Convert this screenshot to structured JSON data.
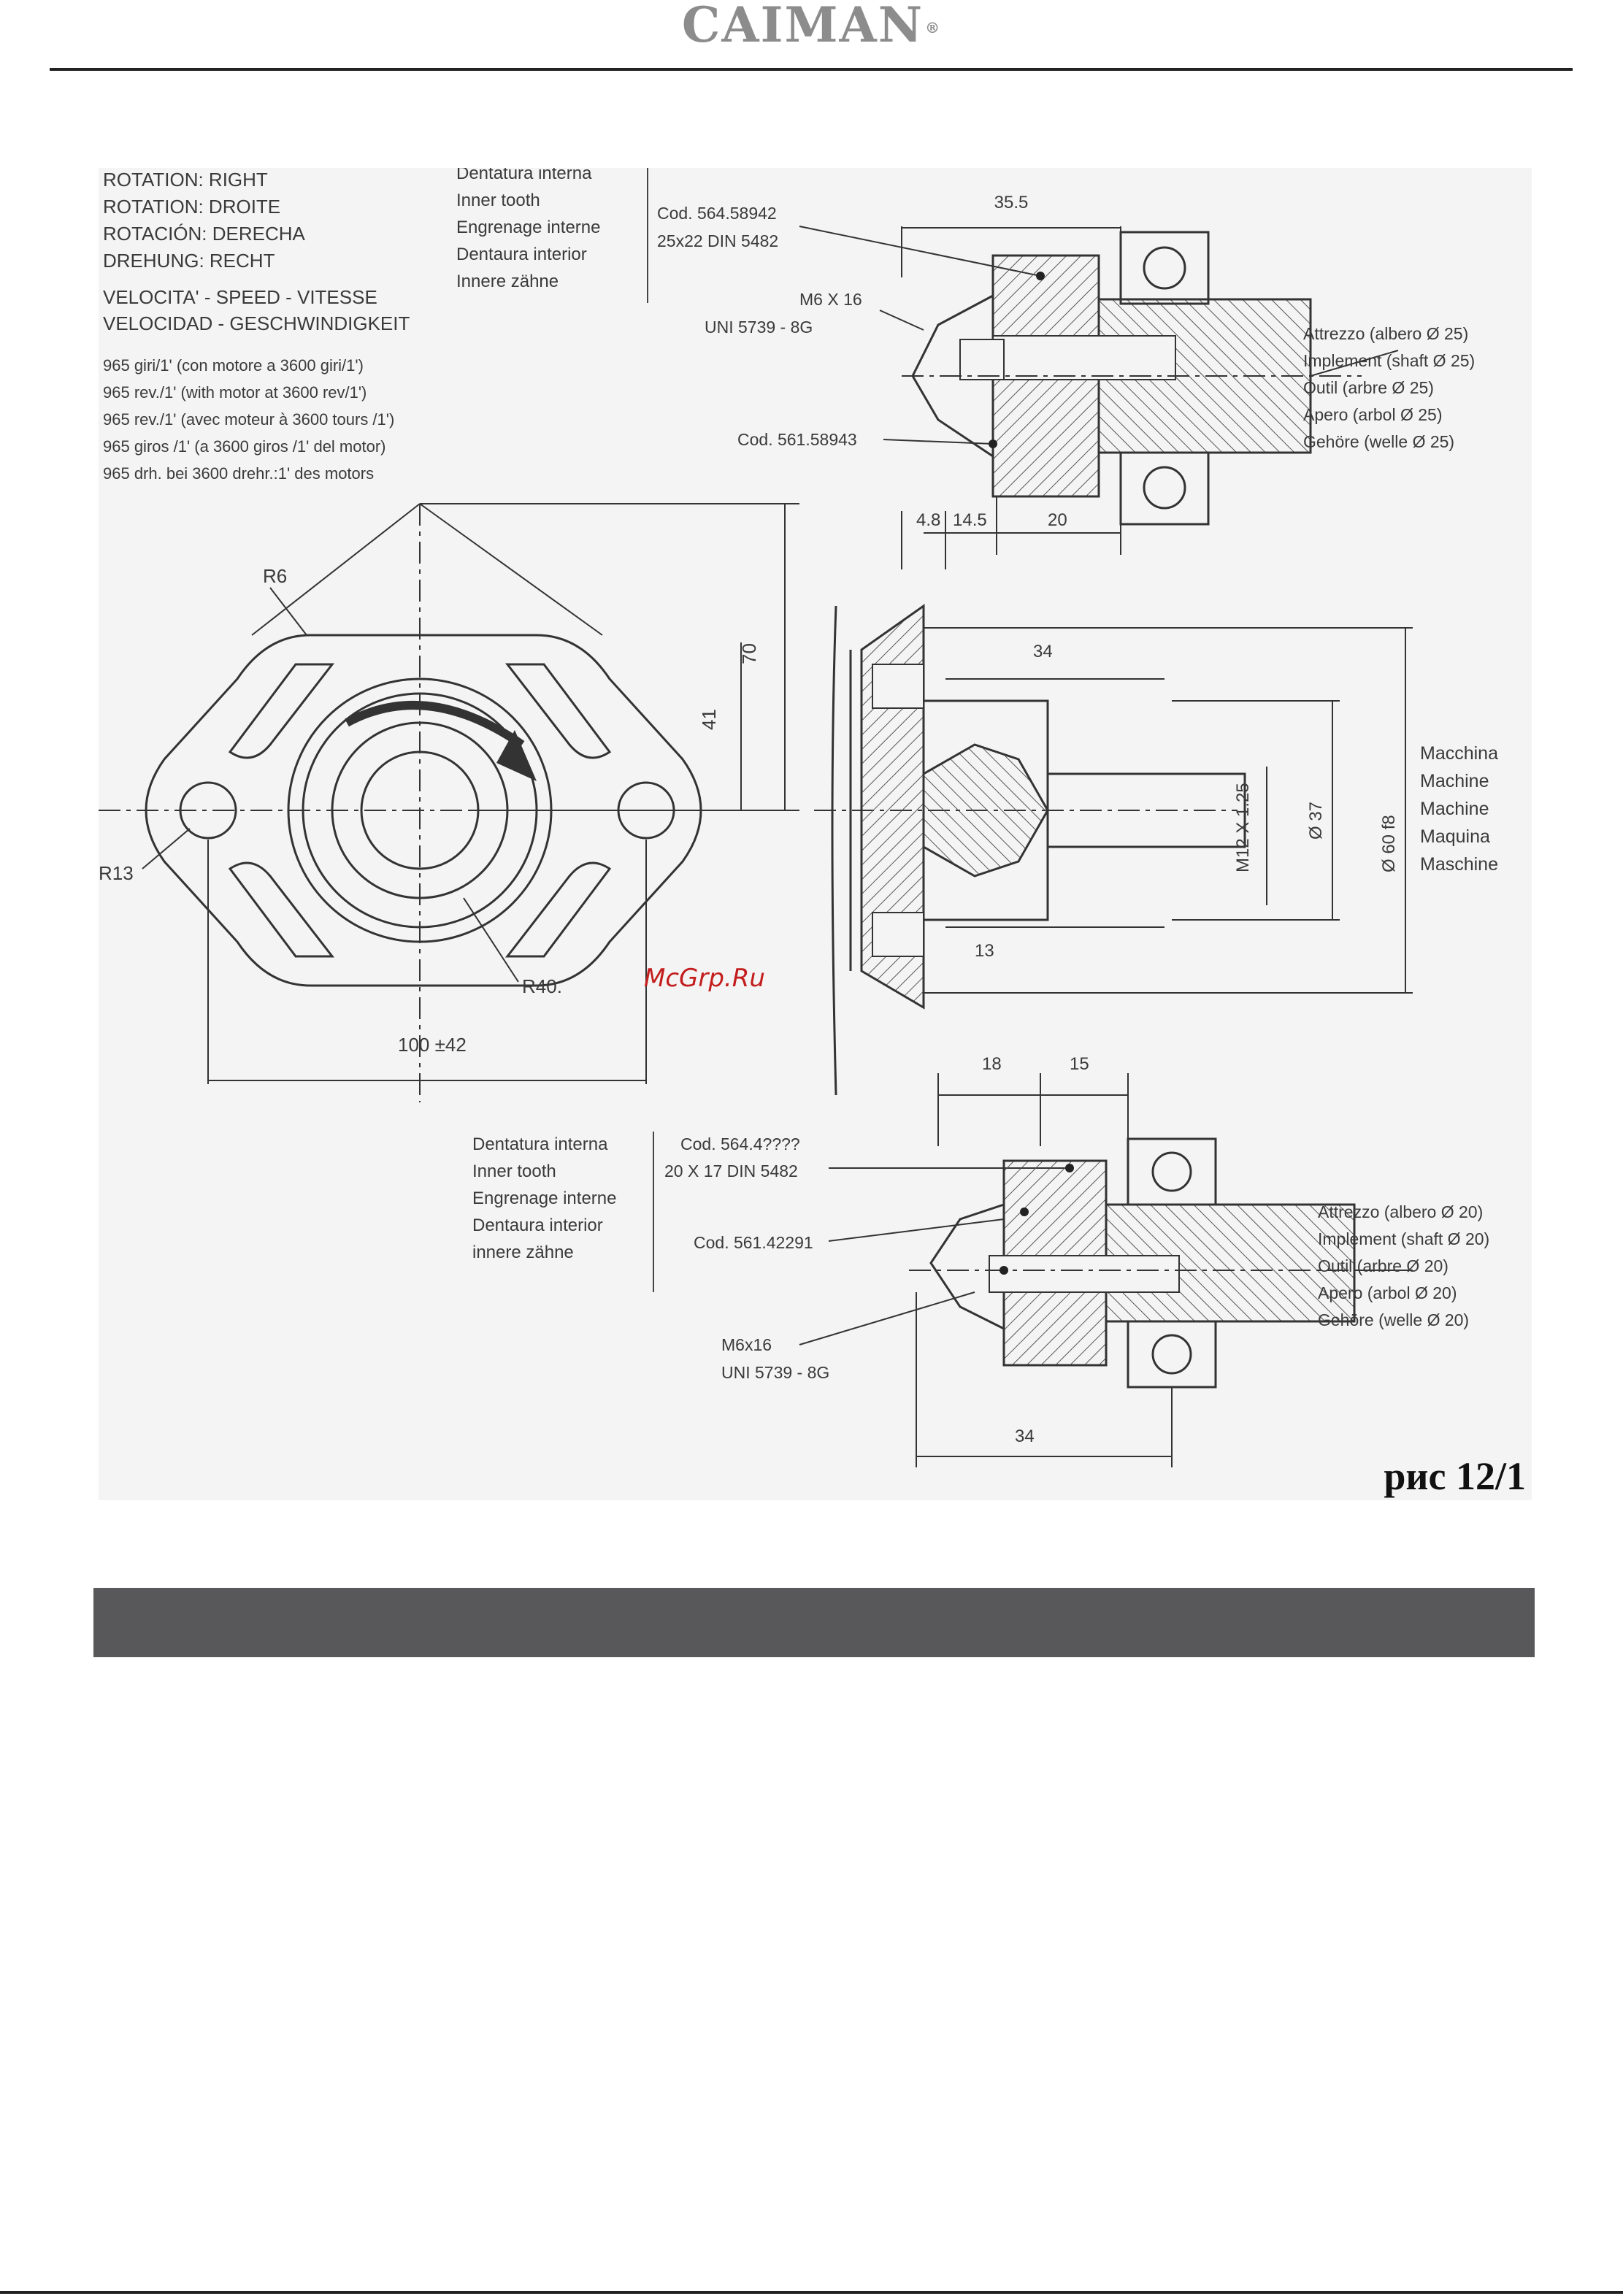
{
  "brand": {
    "name": "CAIMAN",
    "mark": "®"
  },
  "watermark": "McGrp.Ru",
  "figure": {
    "caption": "рис 12/1",
    "rotation_lines": [
      "ROTATION: RIGHT",
      "ROTATION: DROITE",
      "ROTACIÓN: DERECHA",
      "DREHUNG: RECHT"
    ],
    "speed_lines": [
      "VELOCITA' - SPEED - VITESSE",
      "VELOCIDAD - GESCHWINDIGKEIT"
    ],
    "rpm_lines": [
      "965 giri/1' (con motore a 3600 giri/1')",
      "965 rev./1' (with motor at 3600 rev/1')",
      "965 rev./1' (avec moteur à 3600 tours /1')",
      "965 giros /1' (a 3600 giros /1' del motor)",
      "965 drh. bei 3600 drehr.:1' des motors"
    ],
    "inner_tooth_top": [
      "Dentatura interna",
      "Inner tooth",
      "Engrenage interne",
      "Dentaura interior",
      "Innere zähne"
    ],
    "inner_tooth_bottom": [
      "Dentatura interna",
      "Inner tooth",
      "Engrenage interne",
      "Dentaura interior",
      "innere zähne"
    ],
    "code_top_1": [
      "Cod. 564.58942",
      "25x22 DIN 5482"
    ],
    "screw_top": [
      "M6 X 16",
      "UNI 5739 - 8G"
    ],
    "code_top_2": "Cod. 561.58943",
    "implement_25": [
      "Attrezzo (albero Ø 25)",
      "Implement (shaft Ø 25)",
      "Outil (arbre Ø 25)",
      "Apero (arbol Ø 25)",
      "Gehöre (welle Ø 25)"
    ],
    "machine_labels": [
      "Macchina",
      "Machine",
      "Machine",
      "Maquina",
      "Maschine"
    ],
    "code_bottom_1": [
      "Cod. 564.4????",
      "20 X 17 DIN 5482"
    ],
    "code_bottom_2": "Cod. 561.42291",
    "screw_bottom": [
      "M6x16",
      "UNI 5739 - 8G"
    ],
    "implement_20": [
      "Attrezzo (albero Ø 20)",
      "Implement (shaft Ø 20)",
      "Outil (arbre Ø 20)",
      "Apero (arbol Ø 20)",
      "Gehöre (welle Ø 20)"
    ],
    "dimensions": {
      "d35_5": "35.5",
      "d4_8": "4.8",
      "d14_5": "14.5",
      "d20": "20",
      "r6": "R6",
      "d70": "70",
      "d41": "41",
      "r13": "R13",
      "r40": "R40.",
      "d100": "100 ±42",
      "d34_top": "34",
      "d13": "13",
      "m12": "M12 X 1.25",
      "d37": "Ø 37",
      "d60": "Ø 60 f8",
      "d18": "18",
      "d15": "15",
      "d34_bottom": "34"
    }
  }
}
